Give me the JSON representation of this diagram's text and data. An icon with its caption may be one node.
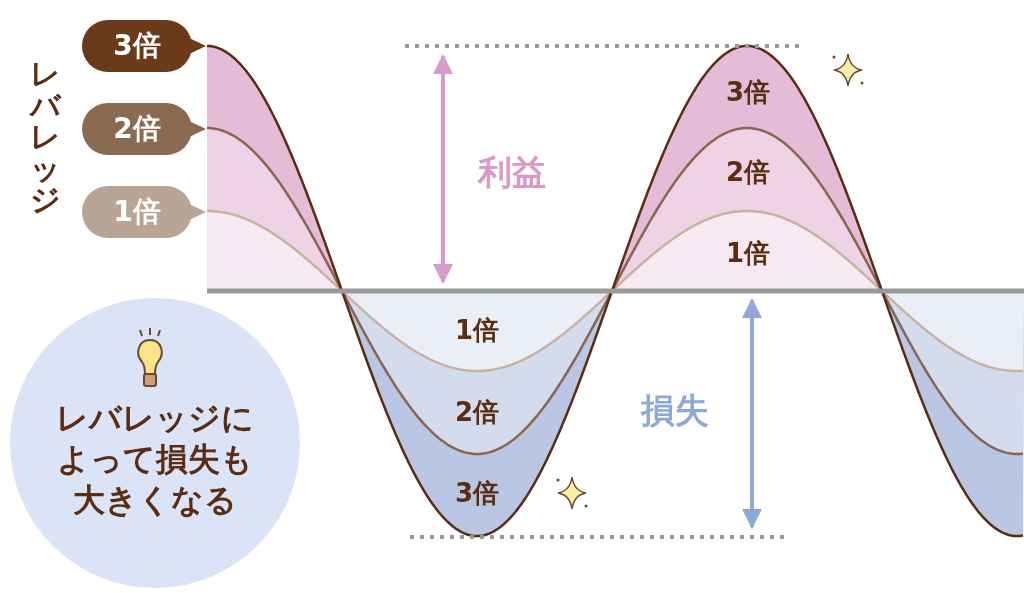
{
  "diagram": {
    "nodes": [
      {
        "text": [
          "3倍"
        ]
      },
      {
        "text": [
          "2倍"
        ]
      },
      {
        "text": [
          "1倍"
        ]
      },
      {
        "text": [
          "レバレッジによって損失も大きくなる"
        ]
      }
    ],
    "labels": [
      "レバレッジ",
      "利益",
      "3倍",
      "2倍",
      "1倍",
      "1倍",
      "2倍",
      "3倍",
      "損失"
    ]
  }
}
